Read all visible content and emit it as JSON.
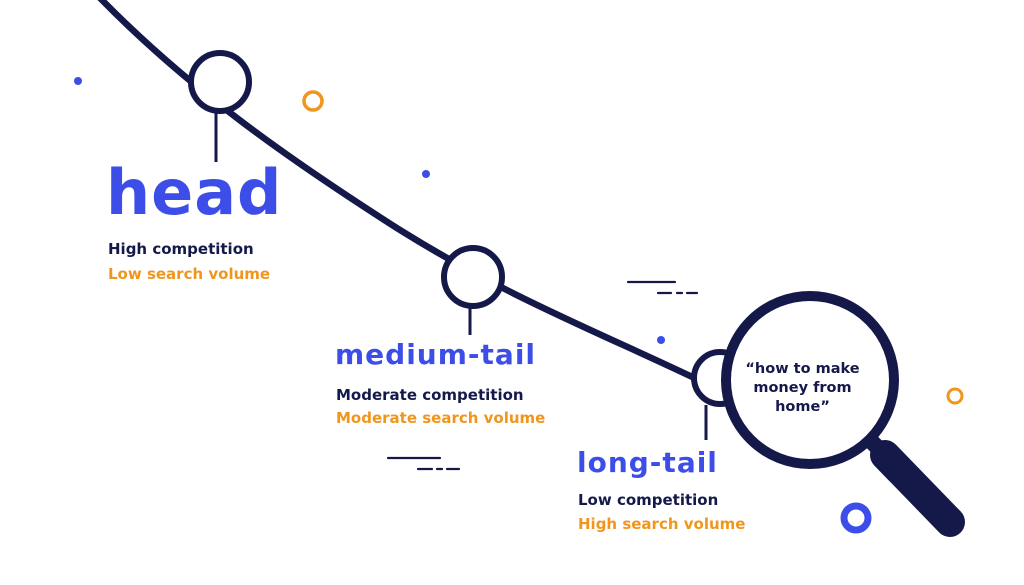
{
  "head": {
    "title": "head",
    "competition": "High competition",
    "search_volume": "Low search volume"
  },
  "medium_tail": {
    "title": "medium-tail",
    "competition": "Moderate competition",
    "search_volume": "Moderate search volume"
  },
  "long_tail": {
    "title": "long-tail",
    "competition": "Low competition",
    "search_volume": "High search volume"
  },
  "query": "“how to make money from home”",
  "colors": {
    "navy": "#14194a",
    "blue": "#3d4ee8",
    "orange": "#f0961e",
    "background": "#ffffff"
  },
  "icons": [
    "magnifying-glass-icon"
  ]
}
